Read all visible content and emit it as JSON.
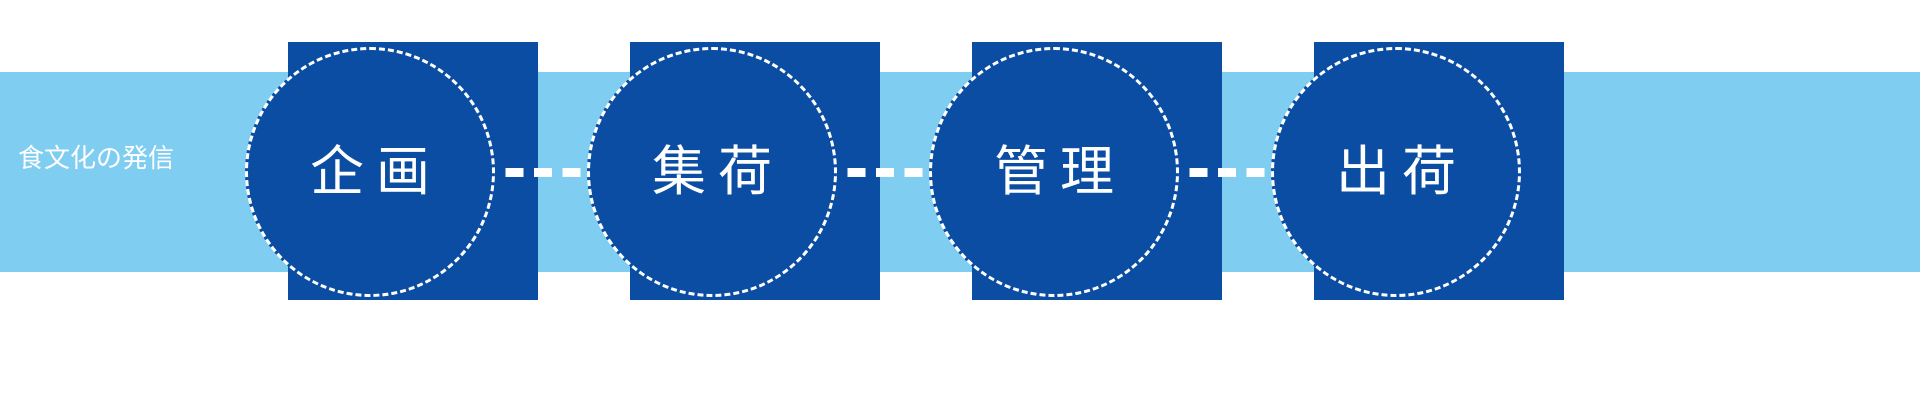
{
  "diagram": {
    "title_caption": "食文化の発信",
    "colors": {
      "band": "#7fcdf0",
      "deep_blue": "#0a4da2",
      "text": "#ffffff",
      "background": "#ffffff"
    },
    "steps": [
      {
        "label": "企画",
        "order": 1
      },
      {
        "label": "集荷",
        "order": 2
      },
      {
        "label": "管理",
        "order": 3
      },
      {
        "label": "出荷",
        "order": 4
      }
    ],
    "connectors": [
      {
        "from": "企画",
        "to": "集荷",
        "style": "dashed-arrow"
      },
      {
        "from": "集荷",
        "to": "管理",
        "style": "dashed-arrow"
      },
      {
        "from": "管理",
        "to": "出荷",
        "style": "dashed-arrow"
      }
    ]
  }
}
